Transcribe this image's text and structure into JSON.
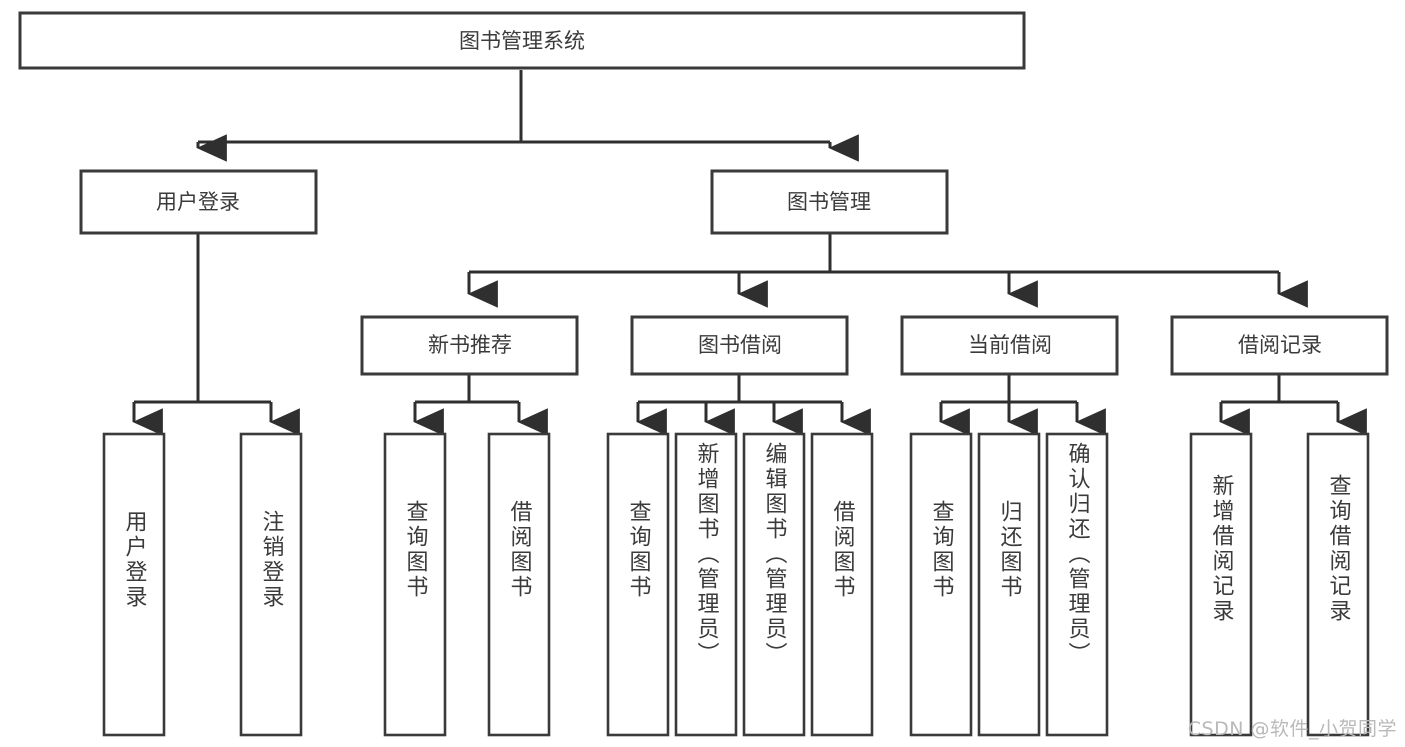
{
  "diagram": {
    "title": "图书管理系统",
    "type": "tree-hierarchy-diagram",
    "root": {
      "id": "root",
      "label": "图书管理系统"
    },
    "level2": [
      {
        "id": "user-login",
        "label": "用户登录"
      },
      {
        "id": "book-management",
        "label": "图书管理"
      }
    ],
    "level3": [
      {
        "id": "new-book-recommend",
        "label": "新书推荐",
        "parent": "book-management"
      },
      {
        "id": "book-borrow",
        "label": "图书借阅",
        "parent": "book-management"
      },
      {
        "id": "current-borrow",
        "label": "当前借阅",
        "parent": "book-management"
      },
      {
        "id": "borrow-record",
        "label": "借阅记录",
        "parent": "book-management"
      }
    ],
    "leaves": [
      {
        "id": "leaf-user-login",
        "label": "用户登录",
        "parent": "user-login"
      },
      {
        "id": "leaf-logout-login",
        "label": "注销登录",
        "parent": "user-login"
      },
      {
        "id": "leaf-query-book-1",
        "label": "查询图书",
        "parent": "new-book-recommend"
      },
      {
        "id": "leaf-borrow-book-1",
        "label": "借阅图书",
        "parent": "new-book-recommend"
      },
      {
        "id": "leaf-query-book-2",
        "label": "查询图书",
        "parent": "book-borrow"
      },
      {
        "id": "leaf-add-book",
        "label": "新增图书（管理员）",
        "parent": "book-borrow"
      },
      {
        "id": "leaf-edit-book",
        "label": "编辑图书（管理员）",
        "parent": "book-borrow"
      },
      {
        "id": "leaf-borrow-book-2",
        "label": "借阅图书",
        "parent": "book-borrow"
      },
      {
        "id": "leaf-query-book-3",
        "label": "查询图书",
        "parent": "current-borrow"
      },
      {
        "id": "leaf-return-book",
        "label": "归还图书",
        "parent": "current-borrow"
      },
      {
        "id": "leaf-confirm-return",
        "label": "确认归还（管理员）",
        "parent": "current-borrow"
      },
      {
        "id": "leaf-add-record",
        "label": "新增借阅记录",
        "parent": "borrow-record"
      },
      {
        "id": "leaf-query-record",
        "label": "查询借阅记录",
        "parent": "borrow-record"
      }
    ]
  },
  "watermark": {
    "text": "CSDN @软件_小贺同学"
  },
  "colors": {
    "background": "#ffffff",
    "box_fill": "#ffffff",
    "box_stroke": "#3a3a3a",
    "connector": "#2f2f2f",
    "text": "#3b3b3b",
    "watermark": "#b9b9b9"
  }
}
